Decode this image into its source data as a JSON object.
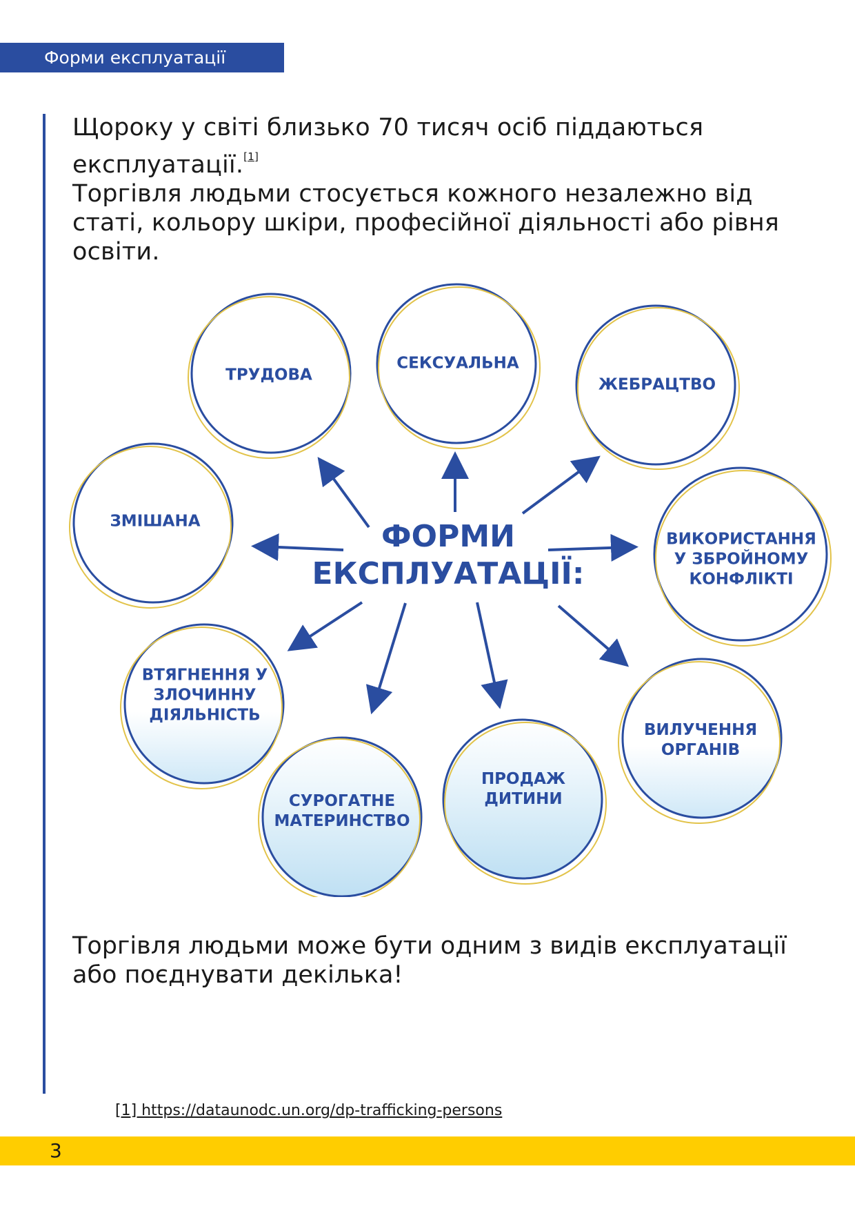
{
  "header": {
    "section_title": "Форми експлуатації"
  },
  "intro": {
    "line1": "Щороку у світі близько 70 тисяч осіб піддаються",
    "line2": "експлуатації.",
    "footnote_ref": "[1]",
    "line3": "Торгівля людьми стосується кожного незалежно від статі, кольору шкіри, професійної діяльності або рівня освіти."
  },
  "diagram": {
    "center_line1": "ФОРМИ",
    "center_line2": "ЕКСПЛУАТАЦІЇ:",
    "colors": {
      "primary": "#2a4da0",
      "ring_accent": "#e2c34a",
      "fill_light": "#cfe8f7"
    },
    "items": [
      {
        "label": "ТРУДОВА"
      },
      {
        "label": "СЕКСУАЛЬНА"
      },
      {
        "label": "ЖЕБРАЦТВО"
      },
      {
        "label": "ЗМІШАНА"
      },
      {
        "label": "ВИКОРИСТАННЯ У ЗБРОЙНОМУ КОНФЛІКТІ"
      },
      {
        "label": "ВТЯГНЕННЯ У ЗЛОЧИННУ ДІЯЛЬНІСТЬ"
      },
      {
        "label": "ВИЛУЧЕННЯ ОРГАНІВ"
      },
      {
        "label": "СУРОГАТНЕ МАТЕРИНСТВО"
      },
      {
        "label": "ПРОДАЖ ДИТИНИ"
      }
    ]
  },
  "closing": {
    "text": "Торгівля людьми може бути одним з видів експлуатації або поєднувати декілька!"
  },
  "footnote": {
    "text": "[1] https://dataunodc.un.org/dp-trafficking-persons"
  },
  "footer": {
    "page_number": "3"
  }
}
